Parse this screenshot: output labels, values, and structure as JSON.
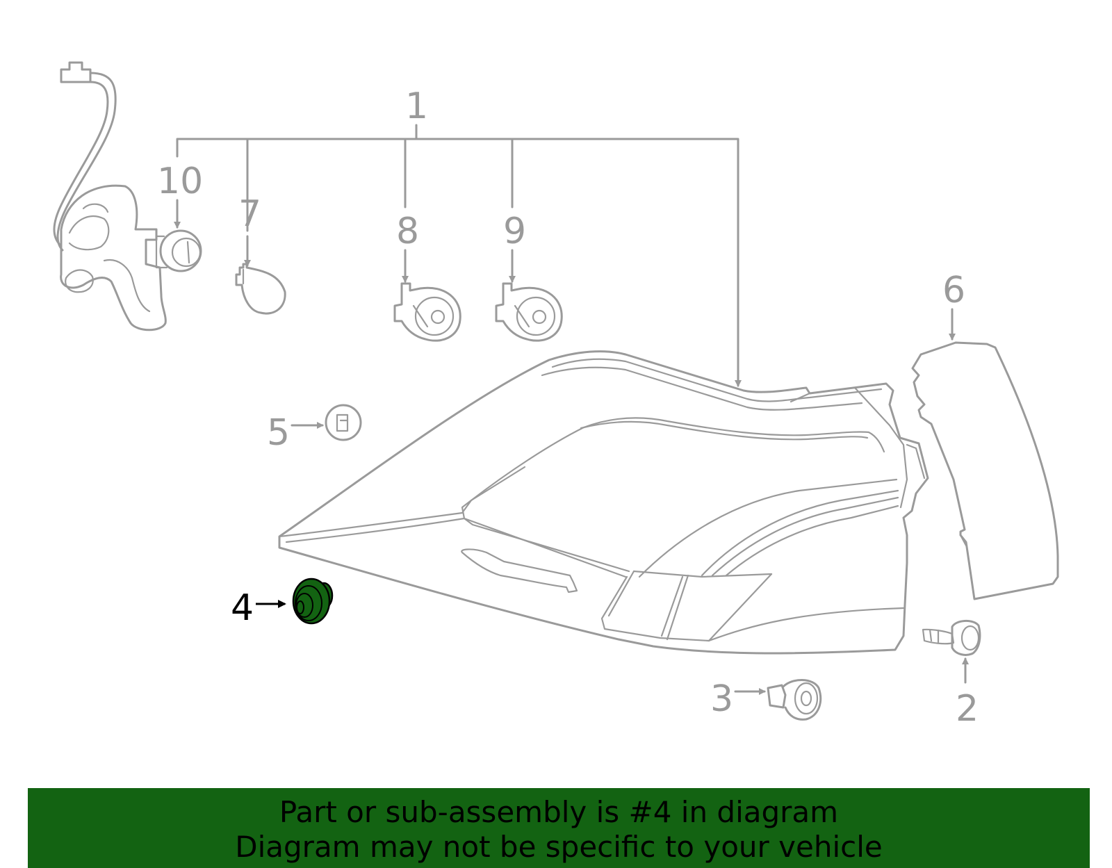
{
  "callouts": {
    "c1": "1",
    "c2": "2",
    "c3": "3",
    "c4": "4",
    "c5": "5",
    "c6": "6",
    "c7": "7",
    "c8": "8",
    "c9": "9",
    "c10": "10"
  },
  "highlight": {
    "part_number": "4",
    "color": "#136312"
  },
  "banner": {
    "line1": "Part or sub-assembly is #4 in diagram",
    "line2": "Diagram may not be specific to your vehicle",
    "background": "#136312"
  }
}
